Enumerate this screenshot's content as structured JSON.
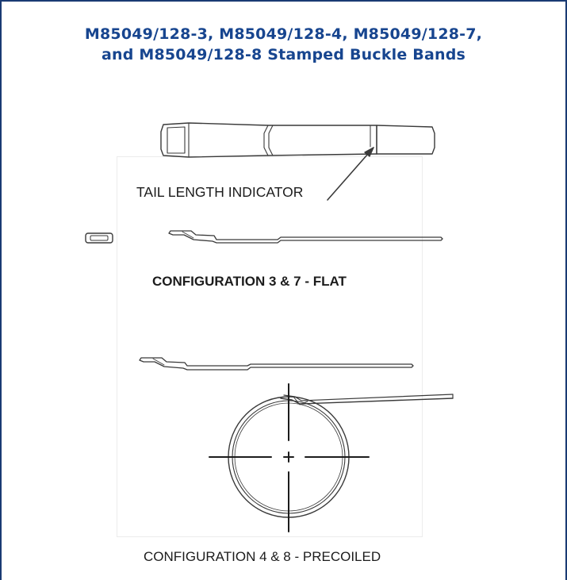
{
  "title": {
    "line1": "M85049/128-3, M85049/128-4, M85049/128-7,",
    "line2": "and M85049/128-8 Stamped Buckle Bands"
  },
  "labels": {
    "tail_length_indicator": "TAIL LENGTH INDICATOR",
    "configuration_flat": "CONFIGURATION 3 & 7 - FLAT",
    "configuration_precoiled": "CONFIGURATION 4 & 8 - PRECOILED"
  },
  "colors": {
    "title": "#17458f",
    "frame": "#1a3a73",
    "line_art": "#3a3a3a"
  }
}
